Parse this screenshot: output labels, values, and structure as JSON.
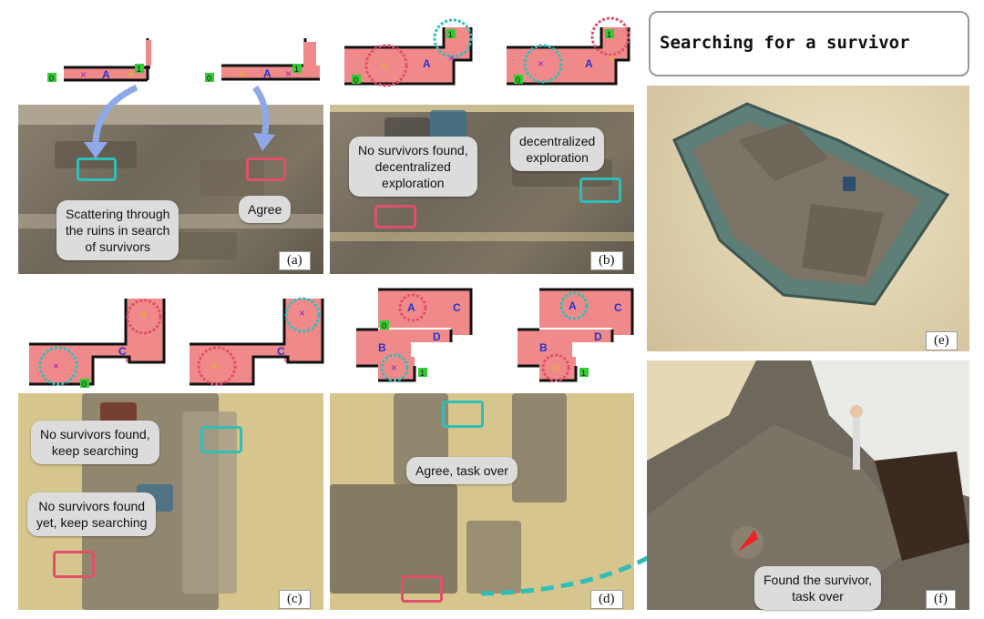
{
  "title": "Searching for a survivor",
  "panels": {
    "a": {
      "label": "(a)",
      "bubbles": [
        "Scattering through\nthe ruins in search\nof survivors",
        "Agree"
      ]
    },
    "b": {
      "label": "(b)",
      "bubbles": [
        "No survivors found,\ndecentralized\nexploration",
        "decentralized\nexploration"
      ]
    },
    "c": {
      "label": "(c)",
      "bubbles": [
        "No survivors found,\nkeep searching",
        "No survivors found\nyet, keep searching"
      ]
    },
    "d": {
      "label": "(d)",
      "bubbles": [
        "Agree, task over"
      ]
    },
    "e": {
      "label": "(e)"
    },
    "f": {
      "label": "(f)",
      "bubbles": [
        "Found the survivor,\ntask over"
      ]
    }
  },
  "map_letters": [
    "A",
    "B",
    "C",
    "D",
    "0",
    "1"
  ],
  "colors": {
    "red": "#e0506a",
    "cyan": "#2fbfb8",
    "arrow_blue": "#8fa9e8",
    "map_fill": "#f08a8a"
  }
}
